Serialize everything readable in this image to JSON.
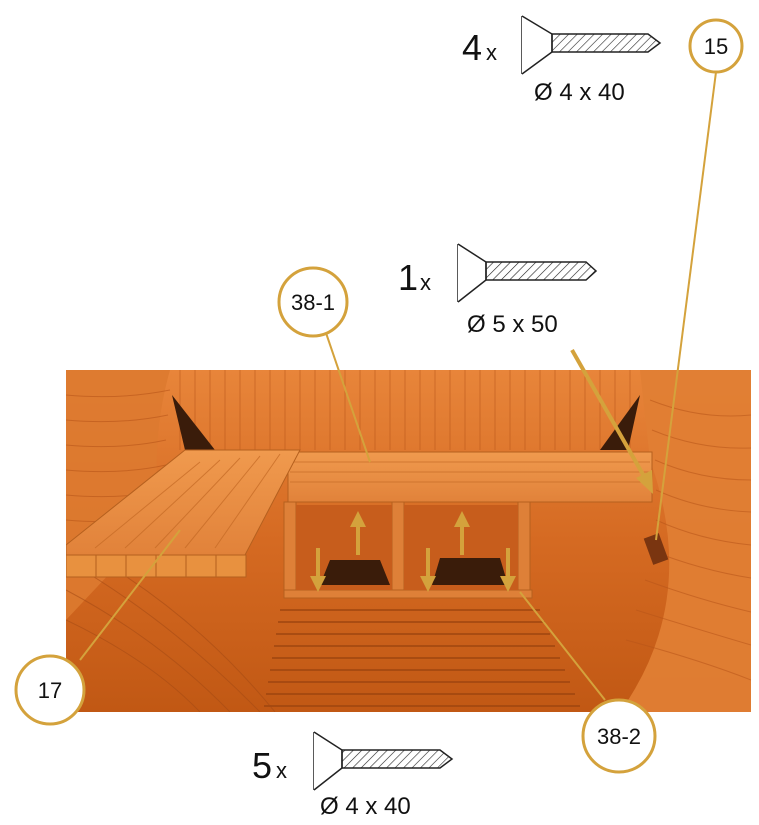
{
  "accent_color": "#d4a23c",
  "callouts": [
    {
      "id": "15"
    },
    {
      "id": "38-1"
    },
    {
      "id": "17"
    },
    {
      "id": "38-2"
    }
  ],
  "screw_top": {
    "qty": "4",
    "x": "x",
    "dim": "Ø 4 x 40"
  },
  "screw_mid": {
    "qty": "1",
    "x": "x",
    "dim": "Ø 5 x 50"
  },
  "screw_bottom": {
    "qty": "5",
    "x": "x",
    "dim": "Ø 4 x 40"
  }
}
